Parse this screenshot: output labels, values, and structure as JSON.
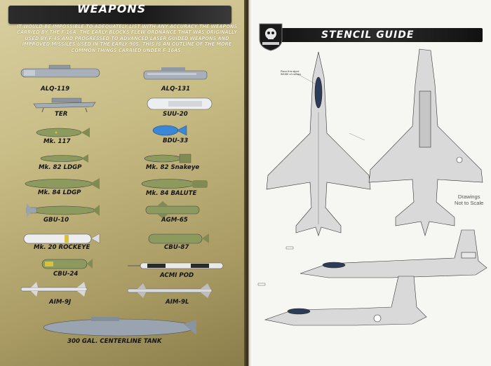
{
  "left_page": {
    "title": "WEAPONS",
    "intro": "It would be impossible to adequately list with any accuracy the weapons carried by the F-16A. The early blocks flew ordnance that was originally used by F-4s and progressed to advanced laser guided weapons and improved missiles used in the early 90s. This is an outline of the more common things carried under F-16As.",
    "weapons": [
      "ALQ-119",
      "ALQ-131",
      "TER",
      "SUU-20",
      "Mk. 117",
      "BDU-33",
      "Mk. 82 LDGP",
      "Mk. 82 Snakeye",
      "Mk. 84 LDGP",
      "Mk. 84 BALUTE",
      "GBU-10",
      "AGM-65",
      "Mk. 20 ROCKEYE",
      "CBU-87",
      "CBU-24",
      "ACMI POD",
      "AIM-9J",
      "AIM-9L",
      "300 GAL. CENTERLINE TANK"
    ]
  },
  "right_page": {
    "title": "STENCIL GUIDE",
    "note_lines": [
      "Drawings",
      "Not to Scale"
    ],
    "callout": "Place this decal INSIDE of canopy"
  },
  "colors": {
    "olive_store": "#8d9a5e",
    "grey_store": "#9aa4b0",
    "blue_store": "#3c86d6",
    "white_store": "#e8e8e8",
    "page_tan": "#c9bd86"
  }
}
